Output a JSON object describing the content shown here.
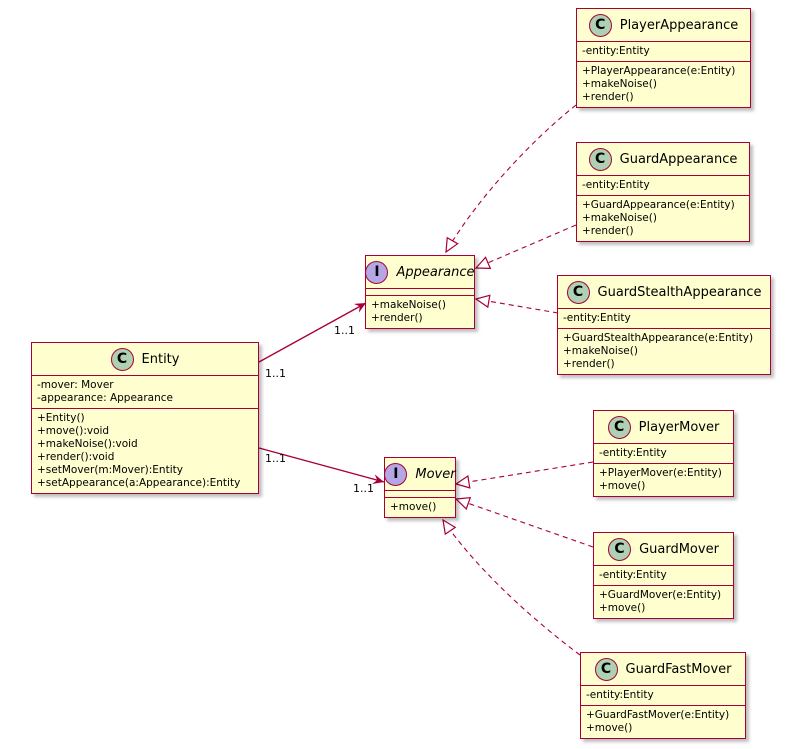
{
  "colors": {
    "box_fill": "#FEFECE",
    "border": "#A80036",
    "class_badge": "#ADD1B2",
    "interface_badge": "#B4A7E5"
  },
  "badges": {
    "class": "C",
    "interface": "I"
  },
  "entity": {
    "name": "Entity",
    "attributes": [
      "-mover: Mover",
      "-appearance: Appearance"
    ],
    "methods": [
      "+Entity()",
      "+move():void",
      "+makeNoise():void",
      "+render():void",
      "+setMover(m:Mover):Entity",
      "+setAppearance(a:Appearance):Entity"
    ]
  },
  "appearance": {
    "name": "Appearance",
    "methods": [
      "+makeNoise()",
      "+render()"
    ]
  },
  "mover": {
    "name": "Mover",
    "methods": [
      "+move()"
    ]
  },
  "player_appearance": {
    "name": "PlayerAppearance",
    "attributes": [
      "-entity:Entity"
    ],
    "methods": [
      "+PlayerAppearance(e:Entity)",
      "+makeNoise()",
      "+render()"
    ]
  },
  "guard_appearance": {
    "name": "GuardAppearance",
    "attributes": [
      "-entity:Entity"
    ],
    "methods": [
      "+GuardAppearance(e:Entity)",
      "+makeNoise()",
      "+render()"
    ]
  },
  "guard_stealth_appearance": {
    "name": "GuardStealthAppearance",
    "attributes": [
      "-entity:Entity"
    ],
    "methods": [
      "+GuardStealthAppearance(e:Entity)",
      "+makeNoise()",
      "+render()"
    ]
  },
  "player_mover": {
    "name": "PlayerMover",
    "attributes": [
      "-entity:Entity"
    ],
    "methods": [
      "+PlayerMover(e:Entity)",
      "+move()"
    ]
  },
  "guard_mover": {
    "name": "GuardMover",
    "attributes": [
      "-entity:Entity"
    ],
    "methods": [
      "+GuardMover(e:Entity)",
      "+move()"
    ]
  },
  "guard_fast_mover": {
    "name": "GuardFastMover",
    "attributes": [
      "-entity:Entity"
    ],
    "methods": [
      "+GuardFastMover(e:Entity)",
      "+move()"
    ]
  },
  "multiplicities": {
    "entity_appearance_source": "1..1",
    "entity_appearance_target": "1..1",
    "entity_mover_source": "1..1",
    "entity_mover_target": "1..1"
  }
}
